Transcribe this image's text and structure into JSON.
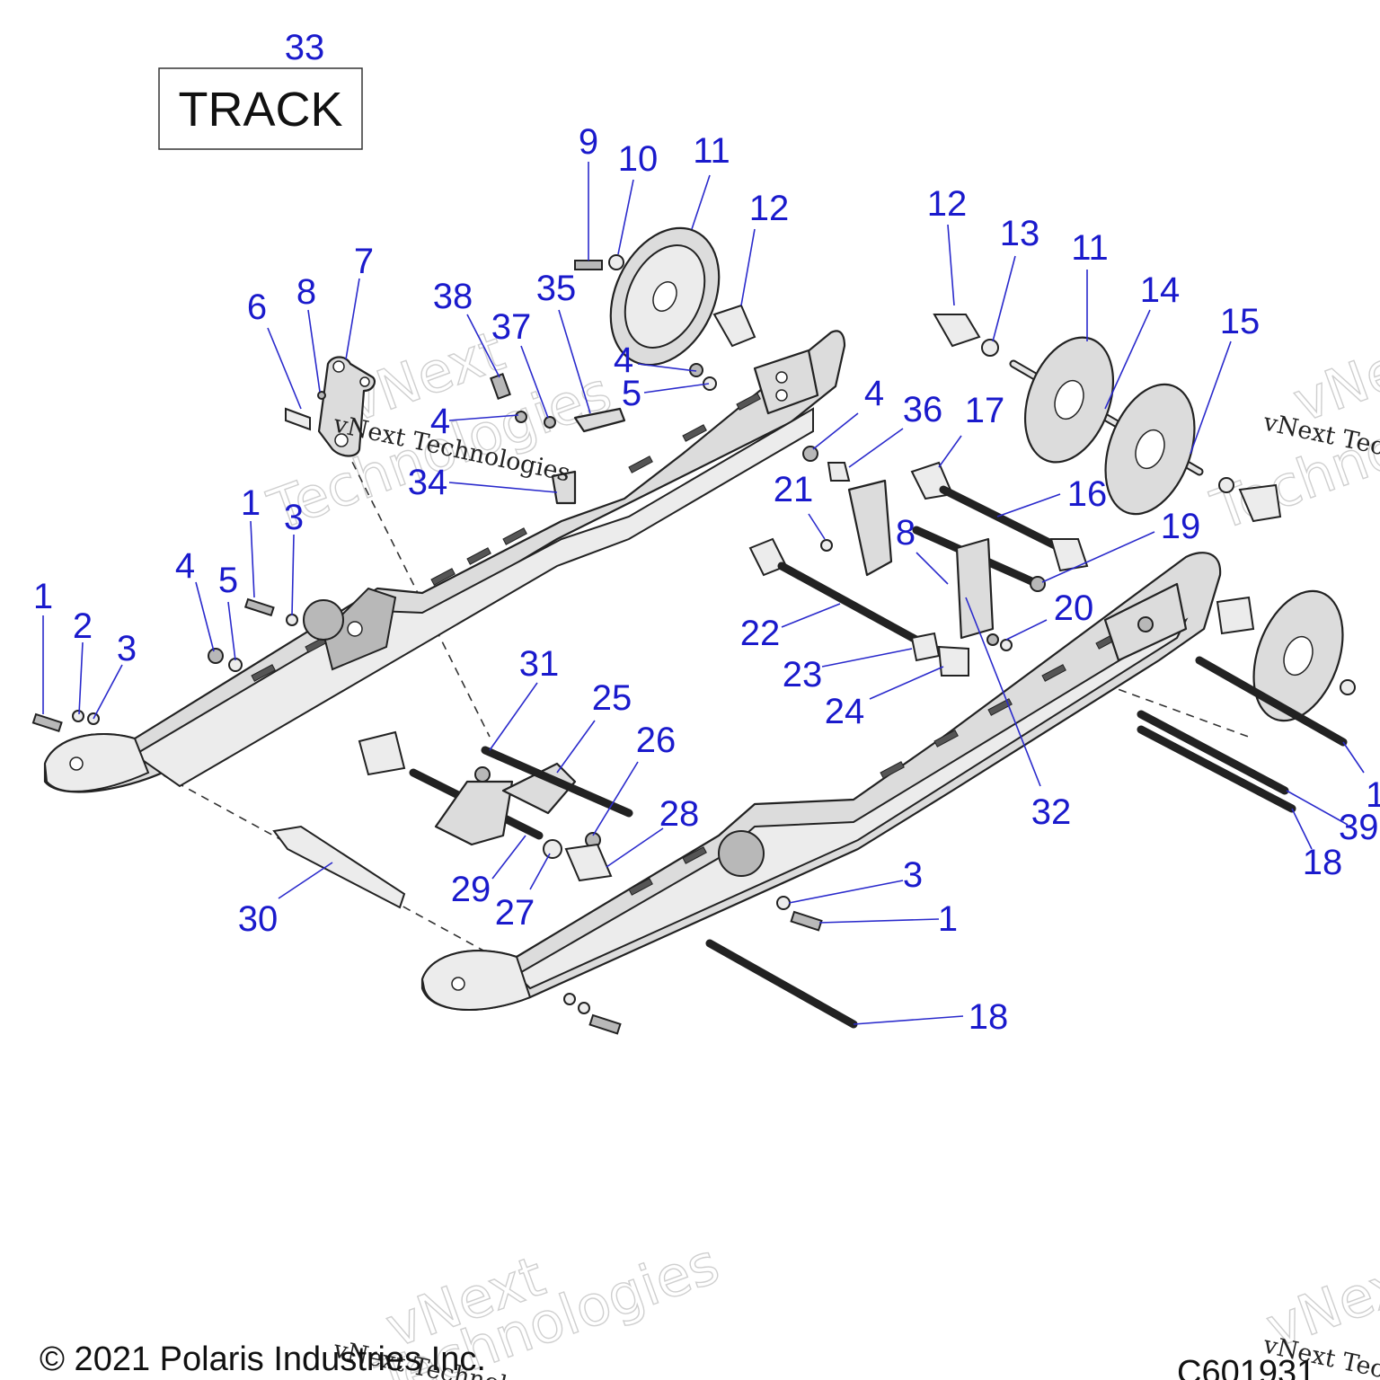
{
  "figure": {
    "track_box": {
      "callout": "33",
      "label": "TRACK"
    },
    "copyright": "© 2021 Polaris Industries Inc.",
    "figure_code": "C601931",
    "watermark": {
      "line1": "vNext",
      "line2": "Technologies",
      "inline": "vNext Technologies"
    },
    "callout_color": "#1a1acc"
  },
  "callouts": {
    "c1a": "1",
    "c2": "2",
    "c3a": "3",
    "c1b": "1",
    "c3b": "3",
    "c4a": "4",
    "c5a": "5",
    "c6": "6",
    "c8a": "8",
    "c7": "7",
    "c38": "38",
    "c37": "37",
    "c35": "35",
    "c4b": "4",
    "c34": "34",
    "c9": "9",
    "c10": "10",
    "c11a": "11",
    "c12a": "12",
    "c4c": "4",
    "c5b": "5",
    "c12b": "12",
    "c13": "13",
    "c11b": "11",
    "c14": "14",
    "c15": "15",
    "c4d": "4",
    "c36": "36",
    "c17": "17",
    "c16": "16",
    "c21": "21",
    "c8b": "8",
    "c19": "19",
    "c20": "20",
    "c22": "22",
    "c23": "23",
    "c24": "24",
    "c32": "32",
    "c31": "31",
    "c25": "25",
    "c26": "26",
    "c28": "28",
    "c29": "29",
    "c27": "27",
    "c30": "30",
    "c3c": "3",
    "c1c": "1",
    "c18a": "18",
    "c39": "39",
    "c18b": "18",
    "c1d": "1"
  }
}
